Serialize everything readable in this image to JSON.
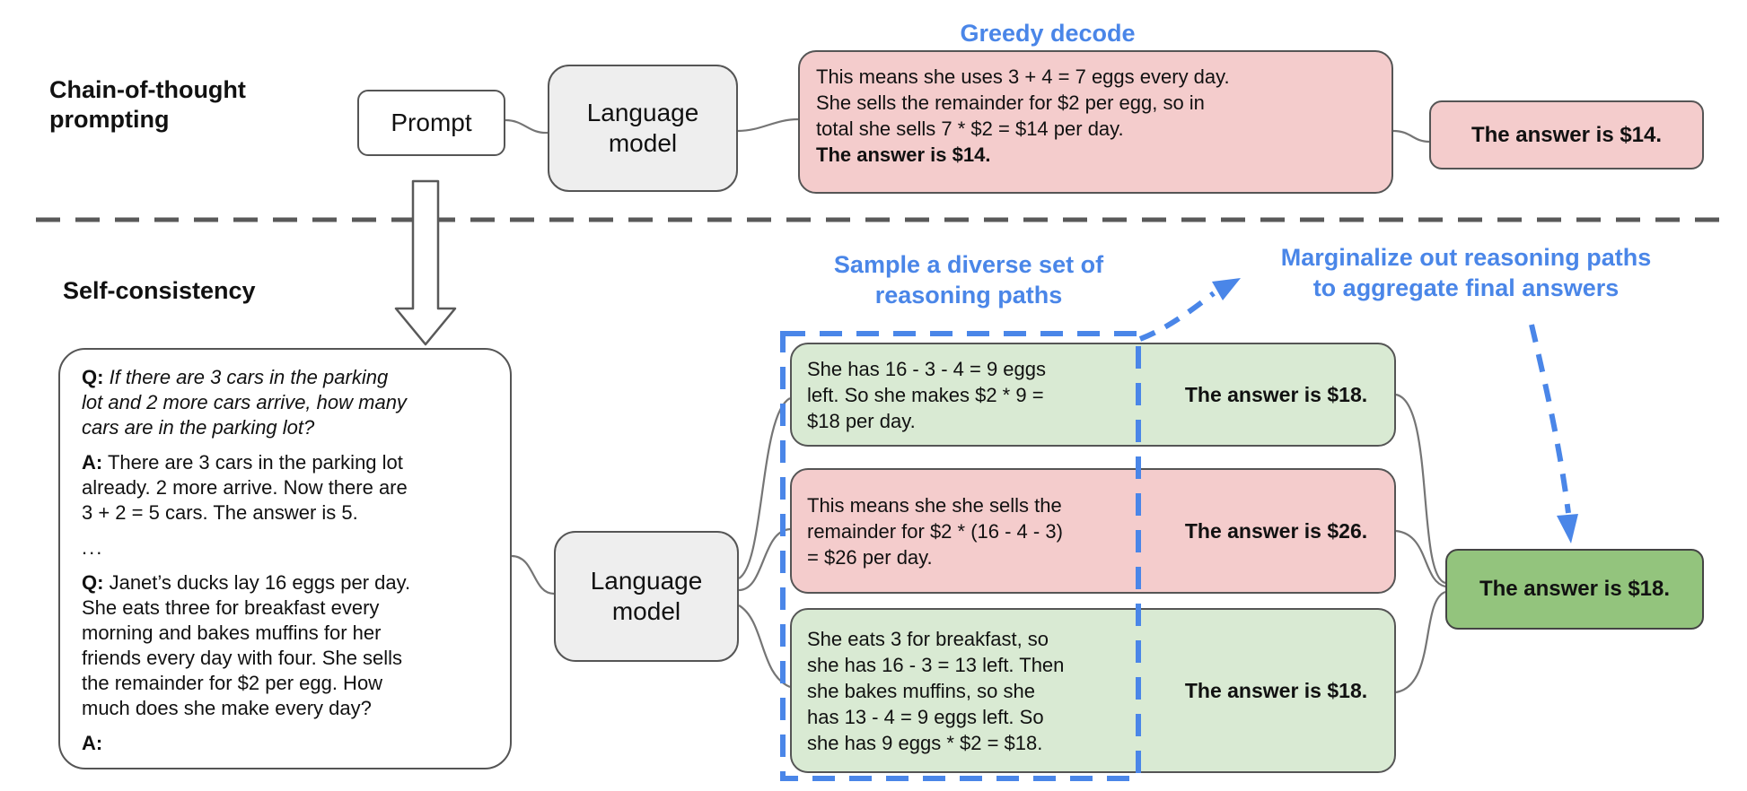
{
  "cot": {
    "section_label": "Chain-of-thought prompting",
    "prompt_box_label": "Prompt",
    "lm_box_label": "Language model",
    "decode_heading": "Greedy decode",
    "output_lines": [
      "This means she uses 3 + 4 = 7 eggs every day.",
      "She sells the remainder for $2 per egg, so in",
      "total she sells 7 * $2 = $14 per day."
    ],
    "output_answer_line": "The answer is $14.",
    "final_answer": "The answer is $14."
  },
  "sc": {
    "section_label": "Self-consistency",
    "lm_box_label": "Language model",
    "sample_heading_line1": "Sample a diverse set of",
    "sample_heading_line2": "reasoning paths",
    "marginalize_heading_line1": "Marginalize out reasoning paths",
    "marginalize_heading_line2": "to aggregate final answers",
    "prompt": {
      "q1_prefix": "Q:",
      "q1_lines": [
        "If there are 3 cars in the parking",
        "lot and 2 more cars arrive, how many",
        "cars are in the parking lot?"
      ],
      "a1_prefix": "A:",
      "a1_lines": [
        "There are 3 cars in the parking lot",
        "already. 2 more arrive. Now there are",
        "3 + 2 = 5 cars. The answer is 5."
      ],
      "ellipsis": "...",
      "q2_prefix": "Q:",
      "q2_lines": [
        "Janet’s ducks lay 16 eggs per day.",
        "She eats three for breakfast every",
        "morning and bakes muffins for her",
        "friends every day with four. She sells",
        "the remainder for $2 per egg. How",
        "much does she make every day?"
      ],
      "a2_prefix": "A:"
    },
    "paths": [
      {
        "tone": "green",
        "lines": [
          "She has 16 - 3 - 4 = 9 eggs",
          "left. So she makes $2 * 9 =",
          "$18 per day."
        ],
        "answer": "The answer is $18."
      },
      {
        "tone": "pink",
        "lines": [
          "This means she she sells the",
          "remainder for $2 * (16 - 4 - 3)",
          "= $26 per day."
        ],
        "answer": "The answer is $26."
      },
      {
        "tone": "green",
        "lines": [
          "She eats 3 for breakfast, so",
          "she has 16 - 3 = 13 left. Then",
          "she bakes muffins, so she",
          "has 13 - 4 = 9 eggs left. So",
          "she has 9 eggs * $2 = $18."
        ],
        "answer": "The answer is $18."
      }
    ],
    "final_answer": "The answer is $18."
  },
  "colors": {
    "pink_fill": "#f4cccc",
    "green_fill": "#d9ead3",
    "dark_green_fill": "#93c47d",
    "gray_fill": "#eeeeee",
    "blue_accent": "#4a86e8",
    "border_gray": "#555555",
    "divider_gray": "#595959",
    "connector_gray": "#757575"
  }
}
